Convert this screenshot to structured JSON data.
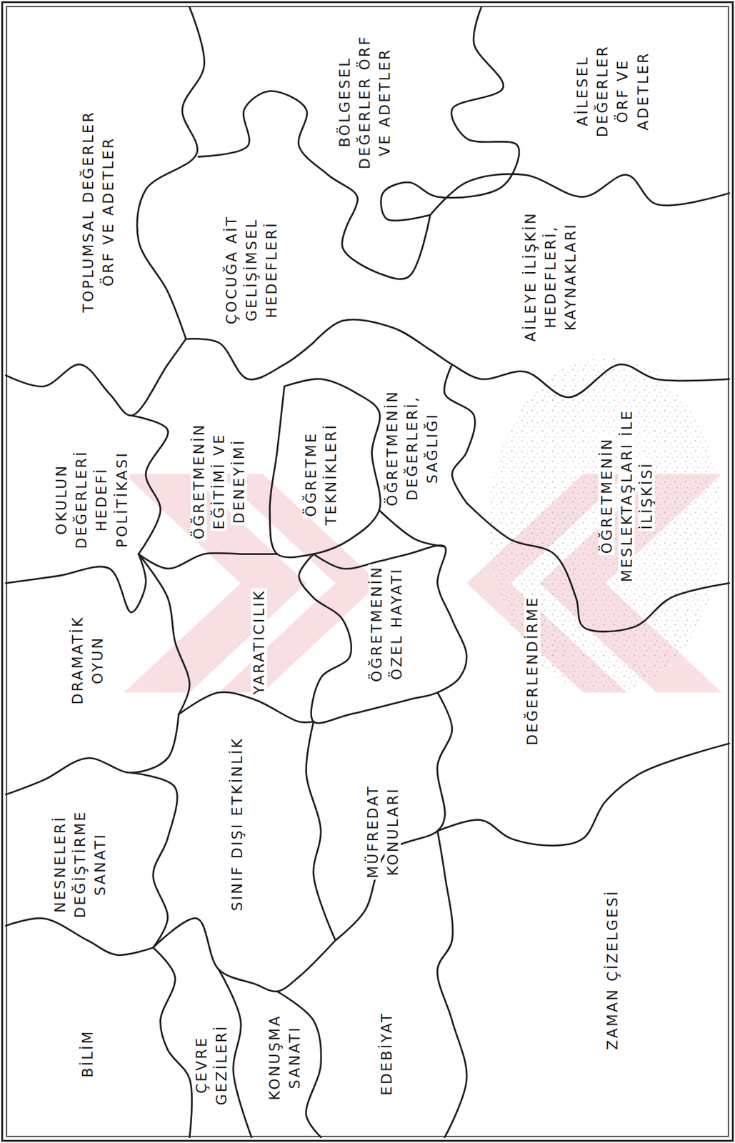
{
  "diagram": {
    "nodes": [
      {
        "text": [
          "BİLİM"
        ]
      },
      {
        "text": [
          "NESNELERİ DEĞİŞTİRME SANATI"
        ]
      },
      {
        "text": [
          "DRAMATİK OYUN"
        ]
      },
      {
        "text": [
          "OKULUN DEĞERLERİ HEDEFİ POLİTİKASI"
        ]
      },
      {
        "text": [
          "TOPLUMSAL DEĞERLER ÖRF VE ADETLER"
        ]
      },
      {
        "text": [
          "ÇEVRE GEZİLERİ"
        ]
      },
      {
        "text": [
          "SINIF DIŞI ETKİNLİK"
        ]
      },
      {
        "text": [
          "YARATICILIK"
        ]
      },
      {
        "text": [
          "ÖĞRETMENİN EĞİTİMİ VE DENEYİMİ"
        ]
      },
      {
        "text": [
          "ÇOCUĞA AİT GELİŞİMSEL HEDEFLERİ"
        ]
      },
      {
        "text": [
          "KONUŞMA SANATI"
        ]
      },
      {
        "text": [
          "EDEBİYAT"
        ]
      },
      {
        "text": [
          "MÜFREDAT KONULARI"
        ]
      },
      {
        "text": [
          "ÖĞRETMENİN ÖZEL HAYATI"
        ]
      },
      {
        "text": [
          "ÖĞRETME TEKNİKLERİ"
        ]
      },
      {
        "text": [
          "ÖĞRETMENİN DEĞERLERİ, SAĞLIĞI"
        ]
      },
      {
        "text": [
          "BÖLGESEL DEĞERLER ÖRF VE ADETLER"
        ]
      },
      {
        "text": [
          "ZAMAN ÇİZELGESİ"
        ]
      },
      {
        "text": [
          "DEĞERLENDİRME"
        ]
      },
      {
        "text": [
          "ÖĞRETMENİN MESLEKTAŞLARI İLE İLİŞKİSİ"
        ]
      },
      {
        "text": [
          "AİLEYE İLİŞKİN HEDEFLERİ, KAYNAKLARI"
        ]
      },
      {
        "text": [
          "AİLESEL DEĞERLER ÖRF VE ADETLER"
        ]
      }
    ]
  }
}
